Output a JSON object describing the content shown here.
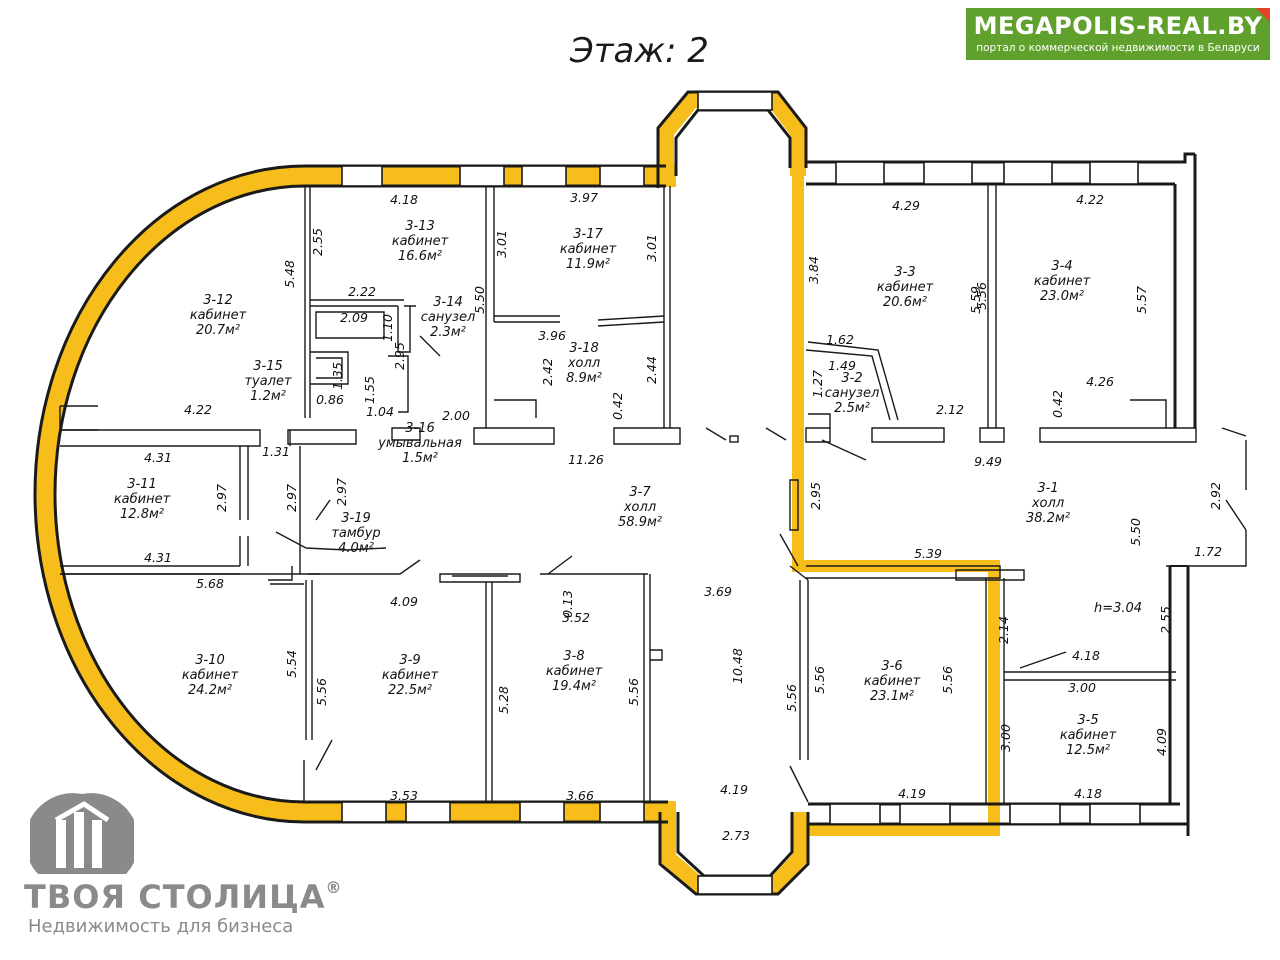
{
  "title": "Этаж:  2",
  "badge": {
    "name": "MEGAPOLIS-REAL.BY",
    "tagline": "портал о коммерческой недвижимости в Беларуси"
  },
  "brand": {
    "name": "ТВОЯ СТОЛИЦА",
    "reg": "®",
    "tagline": "Недвижимость для бизнеса"
  },
  "colors": {
    "highlight": "#f6bd1b",
    "walls": "#1a1a1a",
    "badge_bg": "#60a12d",
    "badge_corner": "#e8412a",
    "brand_gray": "#8a8a8a"
  },
  "height_note": "h=3.04",
  "rooms": [
    {
      "id": "3-1",
      "name": "холл",
      "area": "38.2м²"
    },
    {
      "id": "3-2",
      "name": "санузел",
      "area": "2.5м²"
    },
    {
      "id": "3-3",
      "name": "кабинет",
      "area": "20.6м²"
    },
    {
      "id": "3-4",
      "name": "кабинет",
      "area": "23.0м²"
    },
    {
      "id": "3-5",
      "name": "кабинет",
      "area": "12.5м²"
    },
    {
      "id": "3-6",
      "name": "кабинет",
      "area": "23.1м²"
    },
    {
      "id": "3-7",
      "name": "холл",
      "area": "58.9м²"
    },
    {
      "id": "3-8",
      "name": "кабинет",
      "area": "19.4м²"
    },
    {
      "id": "3-9",
      "name": "кабинет",
      "area": "22.5м²"
    },
    {
      "id": "3-10",
      "name": "кабинет",
      "area": "24.2м²"
    },
    {
      "id": "3-11",
      "name": "кабинет",
      "area": "12.8м²"
    },
    {
      "id": "3-12",
      "name": "кабинет",
      "area": "20.7м²"
    },
    {
      "id": "3-13",
      "name": "кабинет",
      "area": "16.6м²"
    },
    {
      "id": "3-14",
      "name": "санузел",
      "area": "2.3м²"
    },
    {
      "id": "3-15",
      "name": "туалет",
      "area": "1.2м²"
    },
    {
      "id": "3-16",
      "name": "умывальная",
      "area": "1.5м²"
    },
    {
      "id": "3-17",
      "name": "кабинет",
      "area": "11.9м²"
    },
    {
      "id": "3-18",
      "name": "холл",
      "area": "8.9м²"
    },
    {
      "id": "3-19",
      "name": "тамбур",
      "area": "4.0м²"
    }
  ],
  "dimensions": [
    {
      "v": "4.18"
    },
    {
      "v": "3.97"
    },
    {
      "v": "4.29"
    },
    {
      "v": "4.22"
    },
    {
      "v": "2.55"
    },
    {
      "v": "5.48"
    },
    {
      "v": "2.22"
    },
    {
      "v": "2.09"
    },
    {
      "v": "1.10"
    },
    {
      "v": "5.50"
    },
    {
      "v": "3.01"
    },
    {
      "v": "3.01"
    },
    {
      "v": "3.96"
    },
    {
      "v": "2.42"
    },
    {
      "v": "2.44"
    },
    {
      "v": "0.42"
    },
    {
      "v": "3.84"
    },
    {
      "v": "5.56"
    },
    {
      "v": "5.59"
    },
    {
      "v": "5.57"
    },
    {
      "v": "1.62"
    },
    {
      "v": "1.49"
    },
    {
      "v": "1.27"
    },
    {
      "v": "2.12"
    },
    {
      "v": "4.26"
    },
    {
      "v": "0.42"
    },
    {
      "v": "4.22"
    },
    {
      "v": "1.35"
    },
    {
      "v": "1.55"
    },
    {
      "v": "2.95"
    },
    {
      "v": "0.86"
    },
    {
      "v": "1.04"
    },
    {
      "v": "2.00"
    },
    {
      "v": "4.31"
    },
    {
      "v": "1.31"
    },
    {
      "v": "11.26"
    },
    {
      "v": "9.49"
    },
    {
      "v": "2.97"
    },
    {
      "v": "2.97"
    },
    {
      "v": "2.97"
    },
    {
      "v": "2.95"
    },
    {
      "v": "2.92"
    },
    {
      "v": "5.50"
    },
    {
      "v": "4.31"
    },
    {
      "v": "5.68"
    },
    {
      "v": "5.39"
    },
    {
      "v": "1.72"
    },
    {
      "v": "4.09"
    },
    {
      "v": "0.13"
    },
    {
      "v": "3.52"
    },
    {
      "v": "3.69"
    },
    {
      "v": "2.14"
    },
    {
      "v": "2.55"
    },
    {
      "v": "5.54"
    },
    {
      "v": "5.56"
    },
    {
      "v": "5.28"
    },
    {
      "v": "5.56"
    },
    {
      "v": "10.48"
    },
    {
      "v": "5.56"
    },
    {
      "v": "5.56"
    },
    {
      "v": "5.56"
    },
    {
      "v": "4.19"
    },
    {
      "v": "4.18"
    },
    {
      "v": "3.00"
    },
    {
      "v": "3.00"
    },
    {
      "v": "4.09"
    },
    {
      "v": "3.53"
    },
    {
      "v": "3.66"
    },
    {
      "v": "4.19"
    },
    {
      "v": "4.18"
    },
    {
      "v": "2.73"
    }
  ]
}
